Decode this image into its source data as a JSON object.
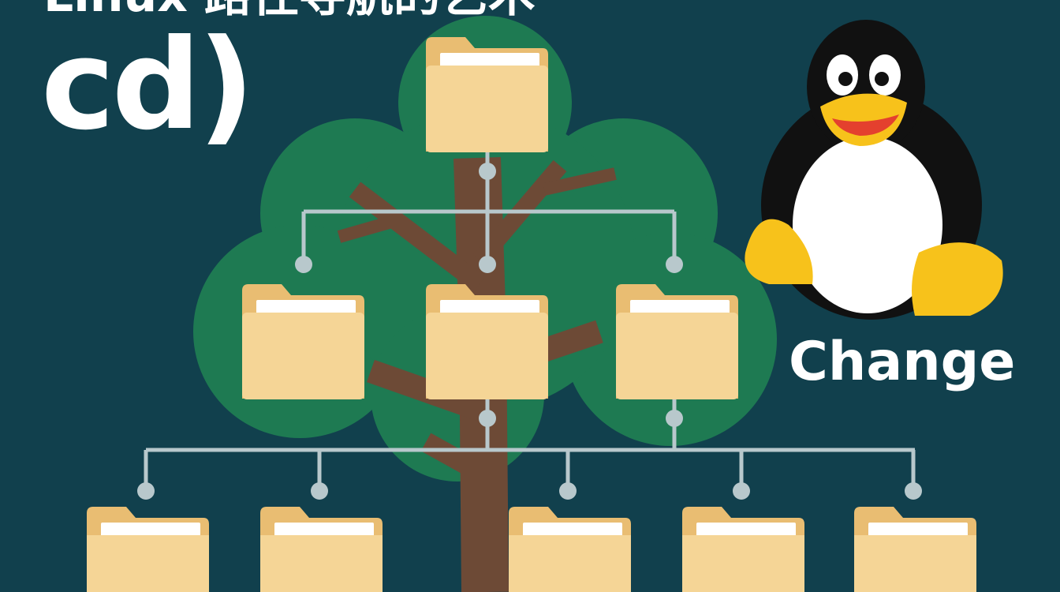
{
  "title": "Linux 路径导航的艺术",
  "command": "cd)",
  "caption": "Change",
  "colors": {
    "background": "#11404d",
    "canopy": "#1e7a52",
    "trunk": "#6d4a36",
    "folder": "#f5d596",
    "connector": "#b8c8cc"
  },
  "icons": [
    "folder-icon",
    "tux-penguin-icon",
    "tree-icon"
  ]
}
